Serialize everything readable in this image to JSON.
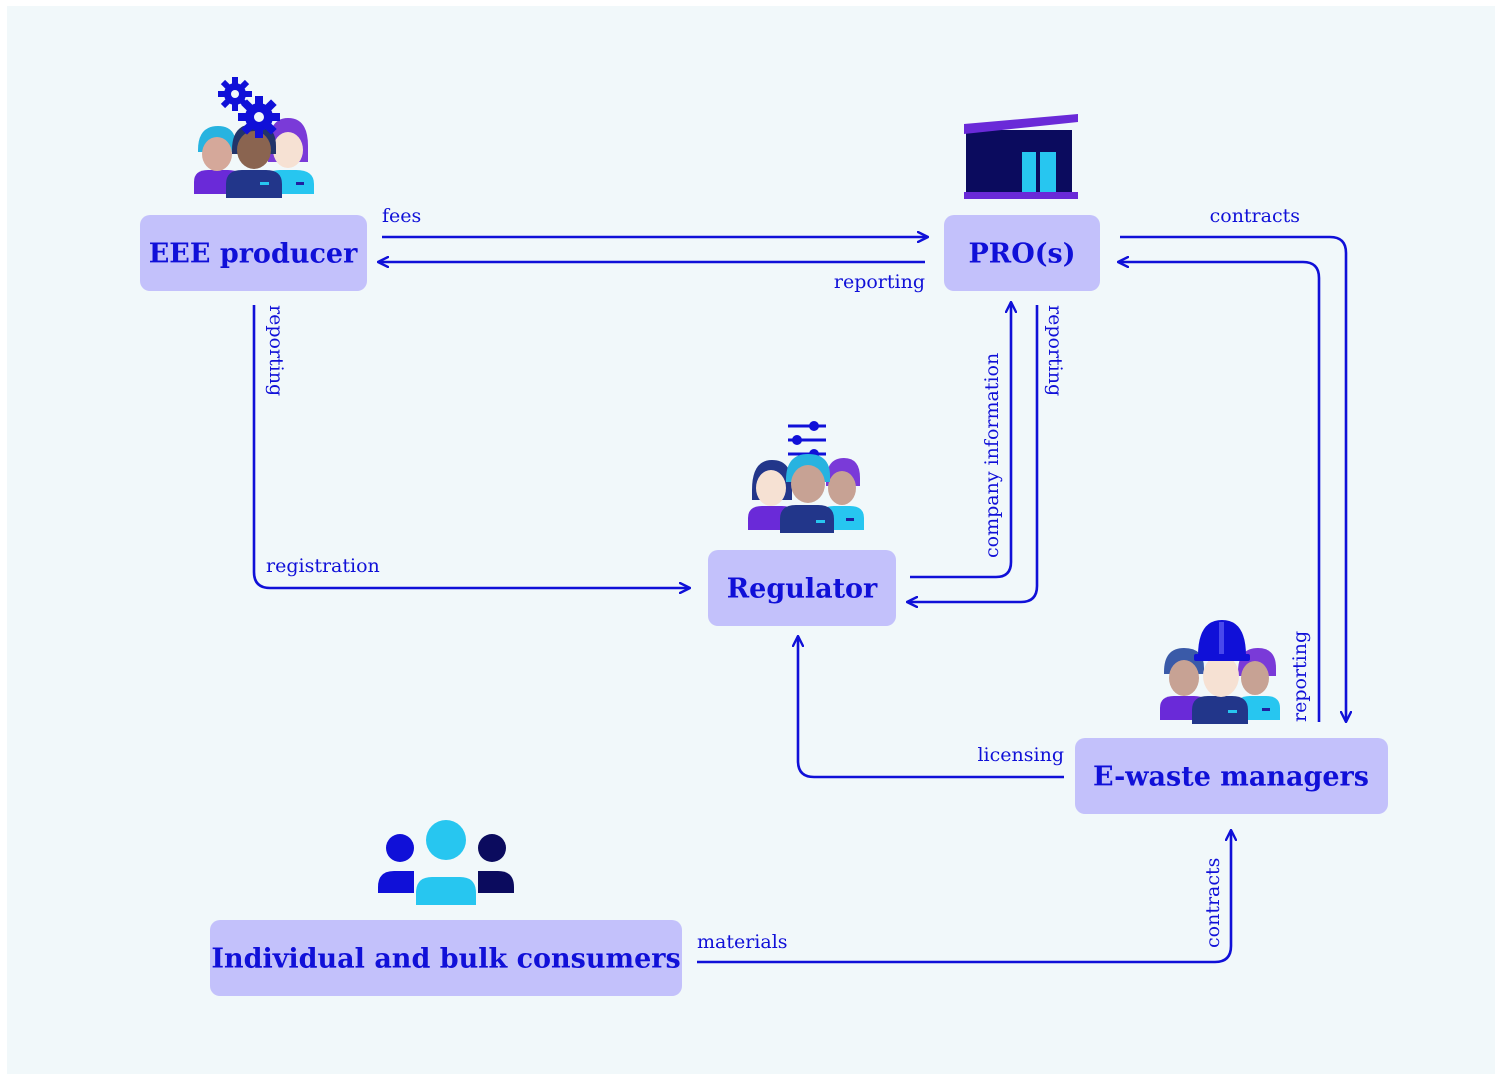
{
  "nodes": {
    "producer": "EEE producer",
    "pros": "PRO(s)",
    "regulator": "Regulator",
    "ewaste": "E-waste managers",
    "consumers": "Individual and bulk consumers"
  },
  "edges": {
    "fees": "fees",
    "reporting_pro_to_producer": "reporting",
    "contracts_pro_ewaste": "contracts",
    "reporting_producer_down": "reporting",
    "registration": "registration",
    "company_information": "company information",
    "reporting_pro_down": "reporting",
    "licensing": "licensing",
    "reporting_ewaste_up": "reporting",
    "materials": "materials",
    "contracts_consumers": "contracts"
  },
  "colors": {
    "background": "#f1f8fa",
    "node_fill": "#c3c1fb",
    "ink": "#1010d8"
  },
  "icons": {
    "producer": "people-with-gears-icon",
    "pros": "building-icon",
    "regulator": "people-with-sliders-icon",
    "ewaste": "workers-with-hardhat-icon",
    "consumers": "group-icon"
  }
}
